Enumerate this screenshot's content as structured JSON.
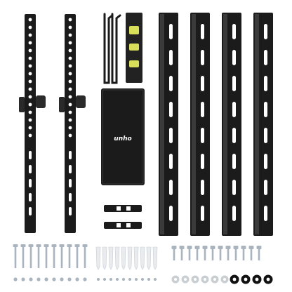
{
  "product_photo": {
    "plate_logo": "unho",
    "colors": {
      "background": "#ffffff",
      "metal": "#1b1b1b",
      "metal_edge": "#3a3a3a",
      "level_body": "#222222",
      "level_vial": "#d8e05a",
      "anchor": "#e9ecef",
      "screw": "#a9b4be",
      "washer": "#c9ced3",
      "rubber_ring": "#111111"
    },
    "parts": [
      "vertical-bracket-arm",
      "vertical-bracket-arm",
      "safety-wire-hook",
      "safety-wire-hook",
      "bubble-level",
      "center-wall-plate",
      "spacer-clip",
      "spacer-clip",
      "wall-rail",
      "wall-rail",
      "wall-rail",
      "wall-rail",
      "long-screw-set",
      "wall-anchor-set",
      "bolt-set",
      "washer-set",
      "rubber-spacer-set"
    ]
  }
}
